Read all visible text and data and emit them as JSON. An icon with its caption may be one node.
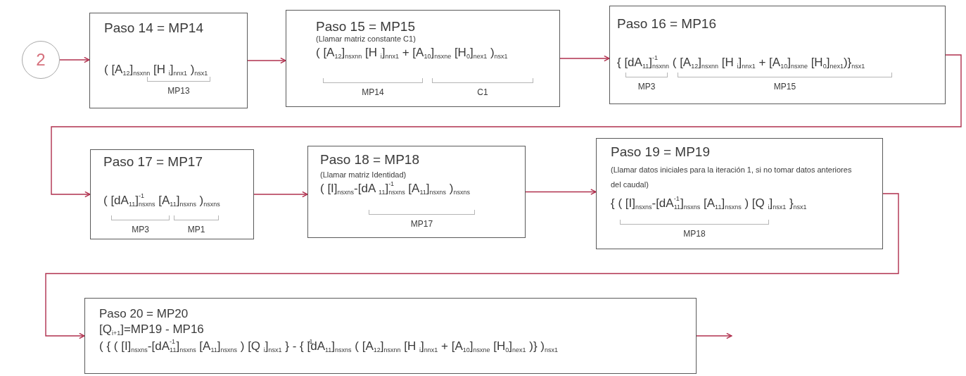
{
  "diagram": {
    "nodes": [
      {
        "text": [
          "2"
        ]
      },
      {
        "text": [
          "Paso 14 = MP14",
          "( [A$_{12}$]$_{nsxnn}$ [H $_{i}$]$_{nnx1}$ )$_{nsx1}$",
          "MP13"
        ]
      },
      {
        "text": [
          "Paso 15 = MP15",
          "(Llamar matriz constante C1)",
          "( [A$_{12}$]$_{nsxnn}$ [H $_{i}$]$_{nnx1}$ + [A$_{10}$]$_{nsxne}$ [H$_{0}$]$_{nex1}$ )$_{nsx1}$",
          "MP14",
          "C1"
        ]
      },
      {
        "text": [
          "Paso 16 = MP16",
          "{ [dA$_{11}$]$^{-1}$$_{nsxnn}$ ( [A$_{12}$]$_{nsxnn}$ [H $_{i}$]$_{nnx1}$ + [A$_{10}$]$_{nsxne}$ [H$_{0}$]$_{nex1}$)}$_{nsx1}$",
          "MP3",
          "MP15"
        ]
      },
      {
        "text": [
          "Paso 17 = MP17",
          "( [dA$_{11}$]$^{-1}$$_{nsxns}$ [A$_{11}$]$_{nsxns}$ )$_{nsxns}$",
          "MP3",
          "MP1"
        ]
      },
      {
        "text": [
          "Paso 18 = MP18",
          "(Llamar matriz Identidad)",
          "( [I]$_{nsxns}$-[dA $_{11}$]$^{-1}$$_{nsxns}$ [A$_{11}$]$_{nsxns}$ )$_{nsxns}$",
          "MP17"
        ]
      },
      {
        "text": [
          "Paso 19 = MP19",
          "(Llamar datos iniciales para la iteración 1, si no tomar datos anteriores del caudal)",
          "{ ( [I]$_{nsxns}$-[dA$^{-1}$$_{11}$]$_{nsxns}$ [A$_{11}$]$_{nsxns}$ ) [Q $_{i}$]$_{nsx1}$ }$_{nsx1}$",
          "MP18"
        ]
      },
      {
        "text": [
          "Paso 20 = MP20",
          "[Q$_{i+1}$]=MP19 - MP16",
          "( { ( [I]$_{nsxns}$-[dA$^{-1}$$_{11}$]$_{nsxns}$ [A$_{11}$]$_{nsxns}$ ) [Q $_{i}$]$_{nsx1}$ } - { $^{-1}$[dA$_{11}$]$_{nsxns}$ ( [A$_{12}$]$_{nsxnn}$ [H $_{i}$]$_{nnx1}$ + [A$_{10}$]$_{nsxne}$ [H$_{0}$]$_{nex1}$ )} )$_{nsx1}$"
        ]
      }
    ],
    "edges": [
      {
        "from": 0,
        "to": 1,
        "arrow": "to"
      },
      {
        "from": 1,
        "to": 2,
        "arrow": "to"
      },
      {
        "from": 2,
        "to": 3,
        "arrow": "to"
      },
      {
        "from": 3,
        "to": 4,
        "arrow": "to"
      },
      {
        "from": 4,
        "to": 5,
        "arrow": "to"
      },
      {
        "from": 5,
        "to": 6,
        "arrow": "to"
      },
      {
        "from": 6,
        "to": 7,
        "arrow": "to"
      },
      {
        "from": 7,
        "to": null,
        "arrow": "to"
      }
    ]
  }
}
